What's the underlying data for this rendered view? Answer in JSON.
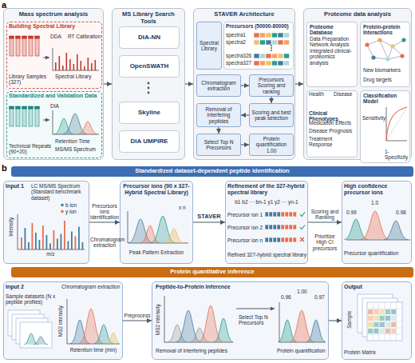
{
  "diagram": {
    "nodes": [
      {
        "text": [
          "Mass spectrum analysis"
        ]
      },
      {
        "text": [
          "Building Spectral Library",
          "Library Samples (327)",
          "DDA",
          "RT Calibration",
          "Spectral Library"
        ],
        "in": 0
      },
      {
        "text": [
          "Standardized and Validation Data",
          "DIA",
          "Technical Repeats (90+20)",
          "MS/MS Spectrum",
          "Retention Time"
        ],
        "in": 0
      },
      {
        "text": [
          "MS Library Search Tools"
        ]
      },
      {
        "text": [
          "DIA-NN"
        ],
        "in": 3
      },
      {
        "text": [
          "OpenSWATH"
        ],
        "in": 3
      },
      {
        "text": [
          "Skyline"
        ],
        "in": 3
      },
      {
        "text": [
          "DIA UMPIRE"
        ],
        "in": 3
      },
      {
        "text": [
          "STAVER Architecture"
        ]
      },
      {
        "text": [
          "Spectral Library"
        ],
        "in": 8
      },
      {
        "text": [
          "Precursors (50000-80000)",
          "spectra1",
          "spectra2",
          "spectra326",
          "spectra327"
        ],
        "in": 8
      },
      {
        "text": [
          "Chromatogram extraction"
        ],
        "in": 8
      },
      {
        "text": [
          "Precursors Scoring and ranking"
        ],
        "in": 8
      },
      {
        "text": [
          "Scoring and best peak selection"
        ],
        "in": 8
      },
      {
        "text": [
          "Removal of interfering peptides"
        ],
        "in": 8
      },
      {
        "text": [
          "Select Top N Precursors"
        ],
        "in": 8
      },
      {
        "text": [
          "Protein quantification",
          "1.00"
        ],
        "in": 8
      },
      {
        "text": [
          "Proteome data analysis"
        ]
      },
      {
        "text": [
          "Proteome Database",
          "Data Preparation",
          "Network Analysis",
          "Integrated clinical-proteomics analysis"
        ],
        "in": 17
      },
      {
        "text": [
          "Protein-protein Interactions",
          "New biomarkers",
          "Drug targets"
        ],
        "in": 17
      },
      {
        "text": [
          "Clinical Phenotypes",
          "Medication Effects",
          "Disease Prognosis",
          "Treatment Response"
        ],
        "in": 17
      },
      {
        "text": [
          "Classification Model",
          "Sensitivity",
          "1-Specificity"
        ],
        "in": 17
      },
      {
        "text": [
          "Standardized dataset-dependent peptide identification"
        ]
      },
      {
        "text": [
          "Input 1",
          "LC MS/MS Spectrum (Standard benchmark dataset)"
        ]
      },
      {
        "text": [
          "Precursor ions (90 x 327-Hybrid Spectral Library)"
        ]
      },
      {
        "text": [
          "Refinement of the 327-hybrid spectral library",
          "Precursor ion 1",
          "Precursor ion 2",
          "Precursor ion n",
          "Refined 327-hybrid spectral library"
        ]
      },
      {
        "text": [
          "High confidence precursor ions",
          "Precursor quantification"
        ]
      },
      {
        "text": [
          "Protein quantitative inference"
        ]
      },
      {
        "text": [
          "Input 2",
          "Sample datasets (N x peptide profiles)",
          "Chromatogram extraction"
        ]
      },
      {
        "text": [
          "Peptide-to-Protein Inference",
          "Removal of interfering peptides",
          "Select Top N Precursors",
          "Protein quantification"
        ]
      },
      {
        "text": [
          "Output",
          "Protein Matrix"
        ]
      }
    ],
    "edges": [
      {
        "from": 0,
        "to": 3,
        "arrow": "to"
      },
      {
        "from": 3,
        "to": 8,
        "arrow": "to"
      },
      {
        "from": 8,
        "to": 17,
        "arrow": "to"
      },
      {
        "from": 11,
        "to": 12,
        "arrow": "to"
      },
      {
        "from": 12,
        "to": 13,
        "arrow": "to"
      },
      {
        "from": 13,
        "to": 14,
        "arrow": "to"
      },
      {
        "from": 14,
        "to": 15,
        "arrow": "to"
      },
      {
        "from": 15,
        "to": 16,
        "arrow": "to"
      },
      {
        "from": 23,
        "to": 24,
        "label": "Precursors ions identification",
        "arrow": "to"
      },
      {
        "from": 24,
        "to": 25,
        "label": "STAVER",
        "arrow": "to"
      },
      {
        "from": 25,
        "to": 26,
        "label": "Scoring and Ranking",
        "arrow": "to"
      },
      {
        "from": 28,
        "to": 29,
        "label": "Preprocess",
        "arrow": "to"
      },
      {
        "from": 29,
        "to": 30,
        "arrow": "to"
      }
    ],
    "labels": [
      "a",
      "b",
      "Health",
      "Disease",
      "b ion",
      "y ion",
      "m/z",
      "Intensity",
      "Chromatogram extraction",
      "x n",
      "Peak Pattern Extraction",
      "b1 b2 ··· bn-1 y1 y2 ··· yn-1",
      "Prioritize High CI precursors",
      "0.99",
      "1.0",
      "0.98",
      "MS2 intensity",
      "Retention time (min)",
      "MS2 intensity",
      "0.96",
      "1.00",
      "0.97",
      "Sample"
    ]
  }
}
